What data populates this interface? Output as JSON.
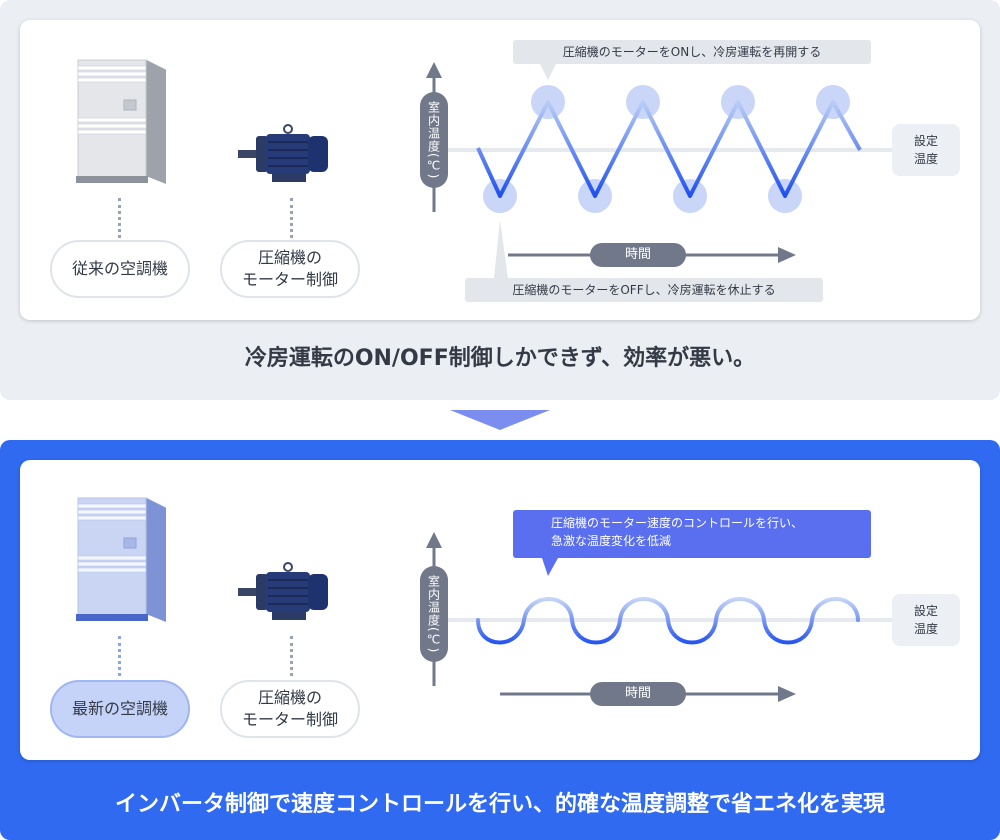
{
  "top": {
    "unit_label": "従来の空調機",
    "motor_label": "圧縮機の\nモーター制御",
    "bubble_on": "圧縮機のモーターをONし、冷房運転を再開する",
    "bubble_off": "圧縮機のモーターをOFFし、冷房運転を休止する",
    "axis_label": "室内温度(℃)",
    "set_temp": "設定\n温度",
    "time_label": "時間",
    "caption": "冷房運転のON/OFF制御しかできず、効率が悪い。"
  },
  "bottom": {
    "unit_label": "最新の空調機",
    "motor_label": "圧縮機の\nモーター制御",
    "bubble": "圧縮機のモーター速度のコントロールを行い、\n急激な温度変化を低減",
    "axis_label": "室内温度(℃)",
    "set_temp": "設定\n温度",
    "time_label": "時間",
    "caption": "インバータ制御で速度コントロールを行い、的確な温度調整で省エネ化を実現"
  },
  "colors": {
    "accent_blue": "#2f6af0",
    "wave_blue": "#2f5cf0",
    "gray_bg": "#ebeef3"
  }
}
